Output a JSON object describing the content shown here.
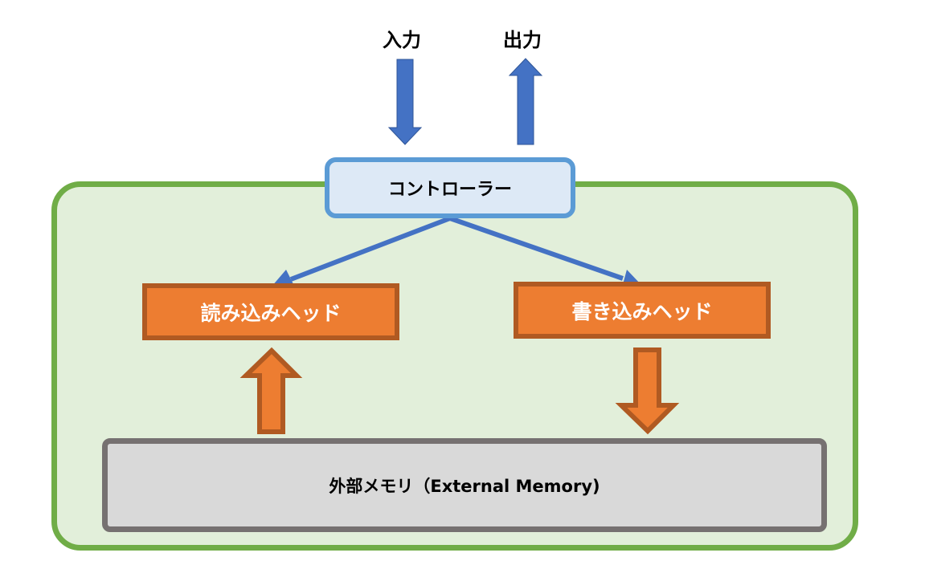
{
  "diagram": {
    "input_label": "入力",
    "output_label": "出力",
    "controller_label": "コントローラー",
    "read_head_label": "読み込みヘッド",
    "write_head_label": "書き込みヘッド",
    "memory_label": "外部メモリ（External Memory)"
  },
  "colors": {
    "container_border": "#70ad47",
    "container_fill": "#e2efda",
    "controller_border": "#5b9bd5",
    "controller_fill": "#dde9f6",
    "arrow_blue": "#4472c4",
    "head_fill": "#ed7d31",
    "head_border": "#b05a22",
    "memory_border": "#767171",
    "memory_fill": "#d9d9d9"
  }
}
